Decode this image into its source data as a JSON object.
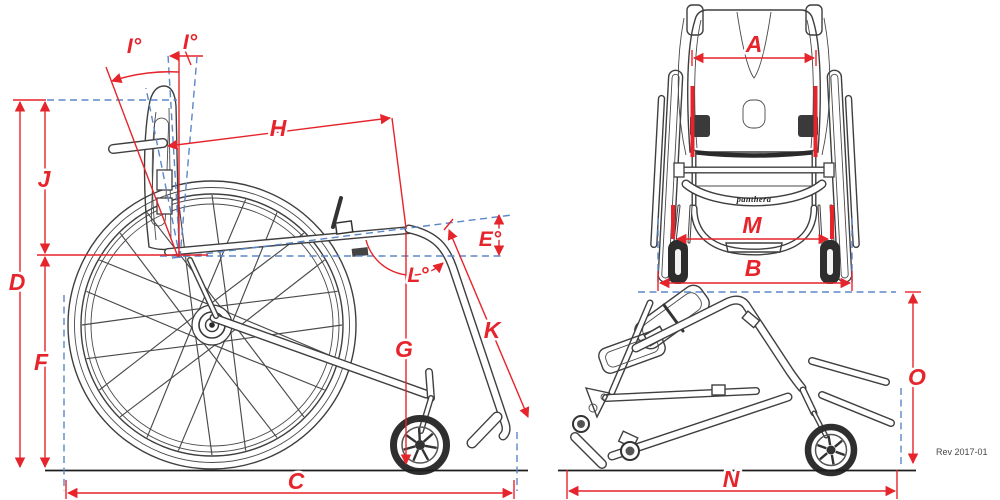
{
  "colors": {
    "dimension_red": "#e6242b",
    "construction_blue": "#5b87c7",
    "drawing_line": "#3f3f3f"
  },
  "side_view": {
    "labels": {
      "d": "D",
      "j": "J",
      "f": "F",
      "c": "C",
      "g": "G",
      "h": "H",
      "k": "K",
      "e": "E°",
      "l": "L°",
      "i_left": "I°",
      "i_right": "I°"
    }
  },
  "front_view": {
    "labels": {
      "a": "A",
      "m": "M",
      "b": "B"
    },
    "frame_logo": "panthera"
  },
  "folded_view": {
    "labels": {
      "n": "N",
      "o": "O"
    }
  },
  "revision": "Rev 2017-01"
}
